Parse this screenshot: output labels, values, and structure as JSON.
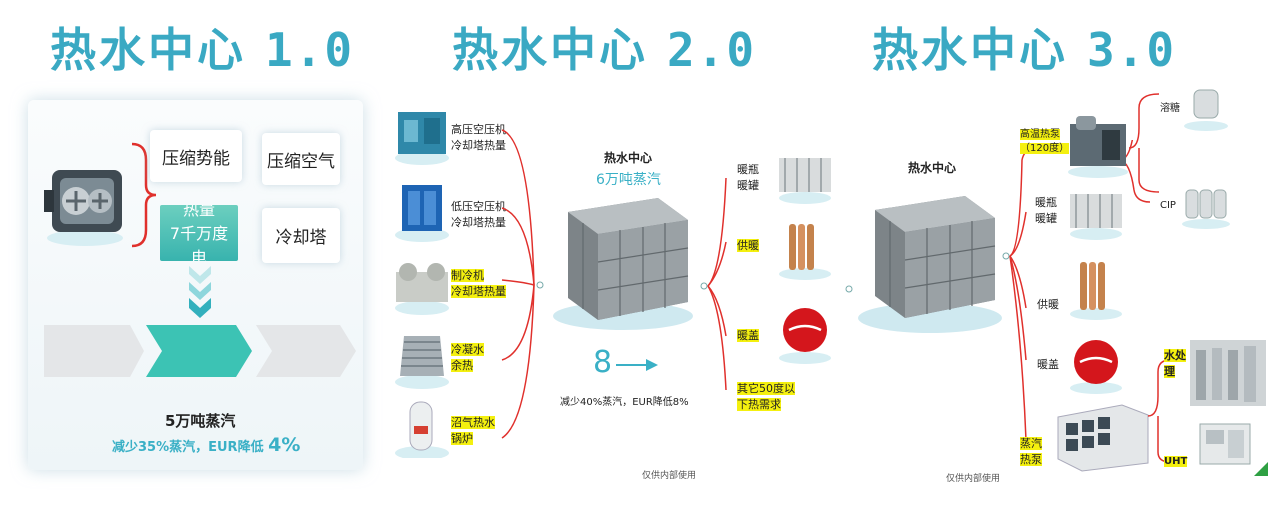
{
  "titles": {
    "v1": {
      "text": "热水中心",
      "ver": "1.0"
    },
    "v2": {
      "text": "热水中心",
      "ver": "2.0"
    },
    "v3": {
      "text": "热水中心",
      "ver": "3.0"
    }
  },
  "panel1": {
    "box_energy": "压缩势能",
    "box_air": "压缩空气",
    "box_cooling": "冷却塔",
    "heat_lines": [
      "热量",
      "7千万度",
      "电"
    ],
    "steam": "5万吨蒸汽",
    "saving_text": "减少35%蒸汽，EUR降低",
    "saving_pct": "4%"
  },
  "panel2": {
    "sources": [
      {
        "line1": "高压空压机",
        "line2": "冷却塔热量",
        "highlight": false
      },
      {
        "line1": "低压空压机",
        "line2": "冷却塔热量",
        "highlight": false
      },
      {
        "line1": "制冷机",
        "line2": "冷却塔热量",
        "highlight": true
      },
      {
        "line1": "冷凝水",
        "line2": "余热",
        "highlight": true
      },
      {
        "line1": "沼气热水",
        "line2": "锅炉",
        "highlight": true
      }
    ],
    "center_title": "热水中心",
    "center_sub": "6万吨蒸汽",
    "arrow_num": "8",
    "saving": "减少40%蒸汽，EUR降低8%",
    "uses": [
      {
        "line1": "暖瓶",
        "line2": "暖罐",
        "highlight": false
      },
      {
        "line1": "供暖",
        "line2": "",
        "highlight": true
      },
      {
        "line1": "暖盖",
        "line2": "",
        "highlight": true
      },
      {
        "line1": "其它50度以",
        "line2": "下热需求",
        "highlight": true
      }
    ],
    "footnote": "仅供内部使用"
  },
  "panel3": {
    "center_title": "热水中心",
    "heat_pump": [
      "高温热泵",
      "（120度）"
    ],
    "outputs_top": [
      "溶糖",
      "CIP"
    ],
    "uses": [
      "暖瓶",
      "暖罐",
      "供暖",
      "暖盖"
    ],
    "steam_pump": [
      "蒸汽",
      "热泵"
    ],
    "outputs_bottom": [
      "水处",
      "理",
      "UHT"
    ],
    "footnote": "仅供内部使用"
  },
  "colors": {
    "title": "#3aa9c3",
    "accent_teal": "#3cc3b4",
    "highlight": "#f4f00f",
    "line_red": "#e0302c"
  }
}
